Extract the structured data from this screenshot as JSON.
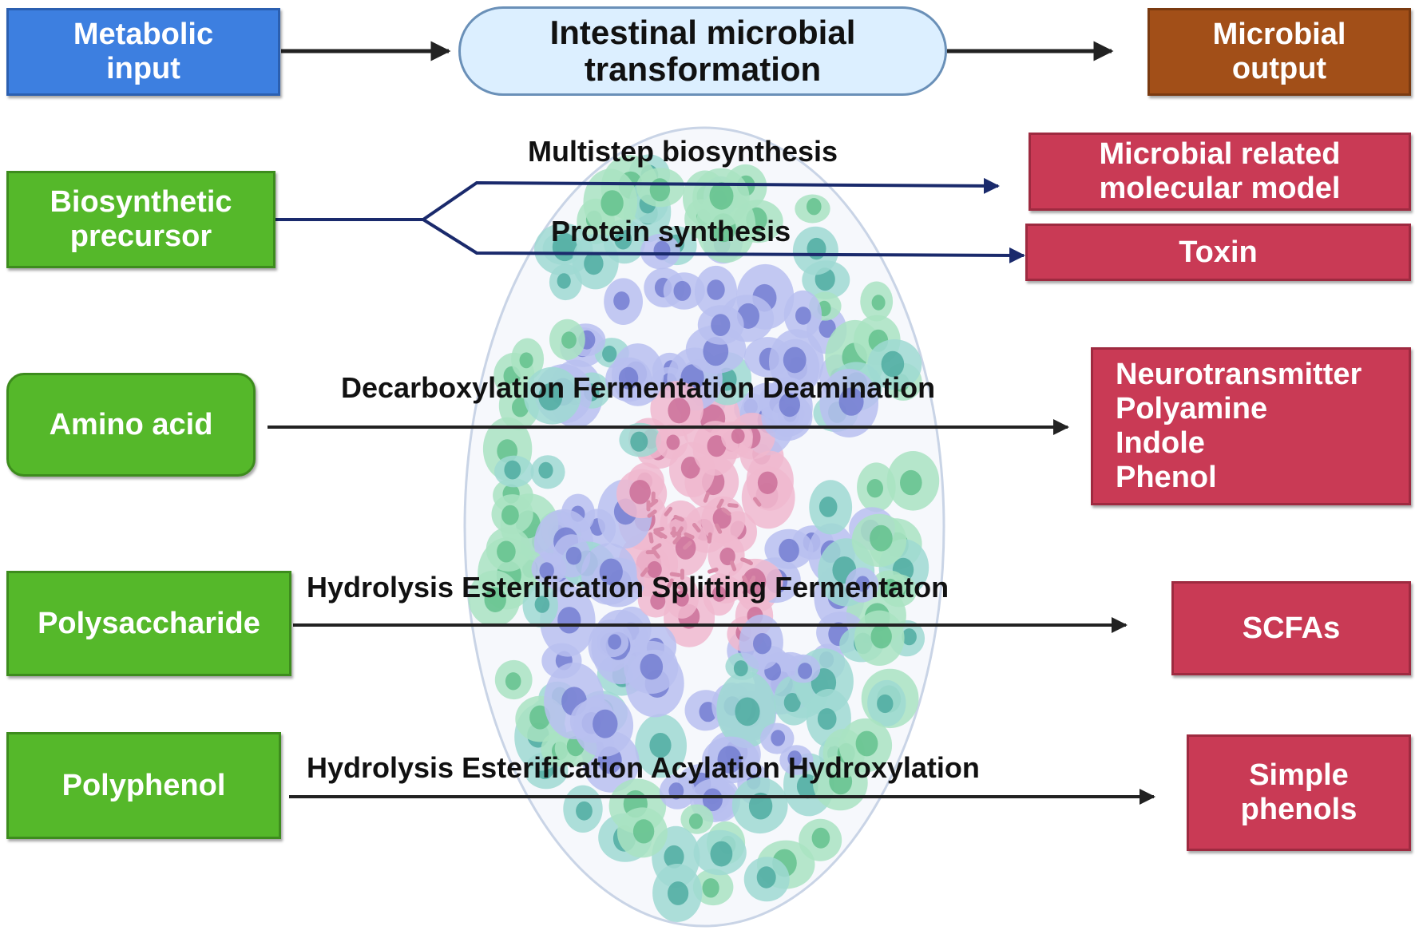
{
  "header": {
    "input_label": "Metabolic\ninput",
    "process_label": "Intestinal microbial\ntransformation",
    "output_label": "Microbial\noutput"
  },
  "inputs": [
    {
      "label": "Biosynthetic\nprecursor"
    },
    {
      "label": "Amino acid"
    },
    {
      "label": "Polysaccharide"
    },
    {
      "label": "Polyphenol"
    }
  ],
  "processes": [
    {
      "label": "Multistep biosynthesis"
    },
    {
      "label": "Protein synthesis"
    },
    {
      "label": "Decarboxylation Fermentation Deamination"
    },
    {
      "label": "Hydrolysis Esterification Splitting Fermentaton"
    },
    {
      "label": "Hydrolysis Esterification Acylation Hydroxylation"
    }
  ],
  "outputs": [
    {
      "label": "Microbial related\nmolecular model"
    },
    {
      "label": "Toxin"
    },
    {
      "label": "Neurotransmitter\nPolyamine\nIndole\nPhenol"
    },
    {
      "label": "SCFAs"
    },
    {
      "label": "Simple\nphenols"
    }
  ],
  "colors": {
    "input_header": "#3d7fe0",
    "input_boxes": "#55b82a",
    "process_header": "#dcefff",
    "output_header": "#a24f18",
    "output_boxes": "#c93a55",
    "arrows": "#222222",
    "branch_arrows": "#1a2a6c"
  }
}
